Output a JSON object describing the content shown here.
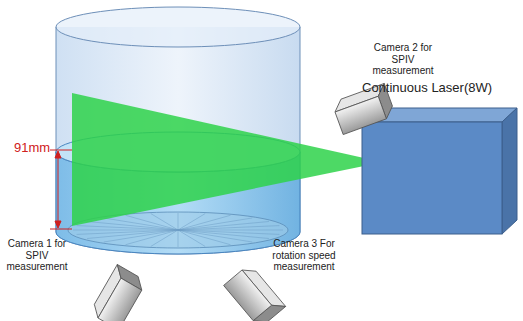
{
  "diagram": {
    "nodes": [
      {
        "text": [
          "Continuous Laser(8W)"
        ]
      }
    ],
    "labels": [
      "91mm",
      "Camera 2 for SPIV measurement",
      "Camera 1 for SPIV measurement",
      "Camera 3 For rotation speed measurement"
    ]
  }
}
